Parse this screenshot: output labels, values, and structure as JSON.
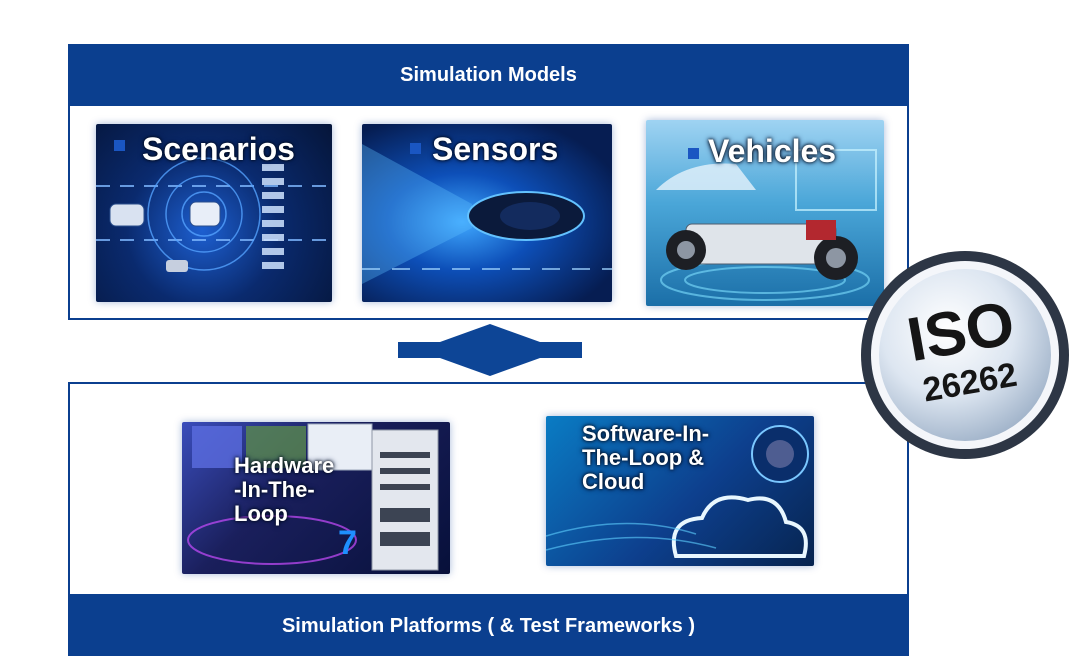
{
  "top_bar": {
    "title": "Simulation Models"
  },
  "bottom_bar": {
    "title": "Simulation Platforms ( & Test Frameworks )"
  },
  "models": {
    "scenarios": "Scenarios",
    "sensors": "Sensors",
    "vehicles": "Vehicles"
  },
  "platforms": {
    "hil": "Hardware\n-In-The-\nLoop",
    "sil": "Software-In-\nThe-Loop &\nCloud"
  },
  "badge": {
    "line1": "ISO",
    "line2": "26262"
  },
  "colors": {
    "primary": "#0b3f8f",
    "accent": "#1a56c2",
    "arrow": "#0d4596"
  }
}
